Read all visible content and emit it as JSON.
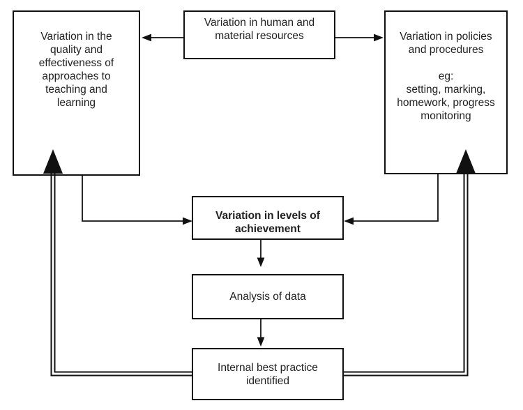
{
  "diagram": {
    "background_color": "#ffffff",
    "line_color": "#111111",
    "text_color": "#1f1f1f",
    "boxes": {
      "teaching": {
        "text": "Variation in the\nquality and\neffectiveness of\napproaches to\nteaching and\nlearning"
      },
      "resources": {
        "text": "Variation in human and\nmaterial resources"
      },
      "policies": {
        "text": "Variation in policies\nand procedures\n\neg:\nsetting, marking,\nhomework, progress\nmonitoring"
      },
      "achievement": {
        "text": "Variation in levels of\nachievement",
        "bold": true
      },
      "analysis": {
        "text": "Analysis of data"
      },
      "best_practice": {
        "text": "Internal best practice\nidentified"
      }
    },
    "connectors": [
      "resources-to-teaching",
      "resources-to-policies",
      "teaching-to-achievement",
      "policies-to-achievement",
      "achievement-to-analysis",
      "analysis-to-best-practice",
      "best-practice-feedback-to-teaching",
      "best-practice-feedback-to-policies"
    ]
  }
}
